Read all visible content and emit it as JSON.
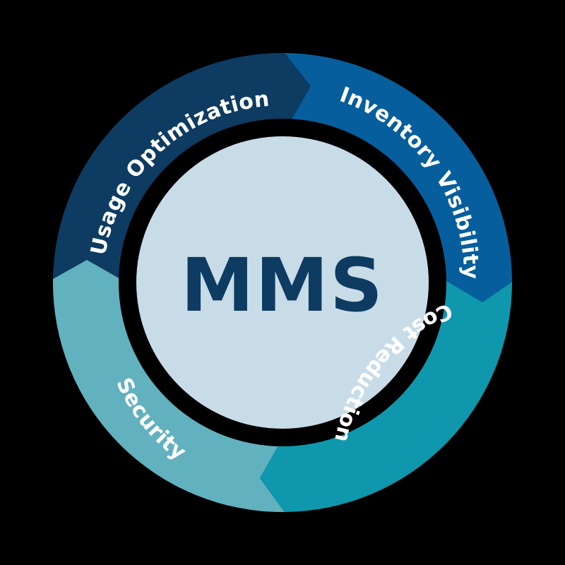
{
  "diagram": {
    "center_label": "MMS",
    "segments": [
      {
        "label": "Usage Optimization",
        "color": "#0d3b62"
      },
      {
        "label": "Inventory Visibility",
        "color": "#075e9c"
      },
      {
        "label": "Cost Reduction",
        "color": "#0f98ad"
      },
      {
        "label": "Security",
        "color": "#62b1bf"
      }
    ]
  },
  "colors": {
    "background": "#000000",
    "center_fill": "#c8dce8",
    "center_text": "#0d3b62",
    "inner_ring": "#000000",
    "label_text": "#ffffff"
  }
}
